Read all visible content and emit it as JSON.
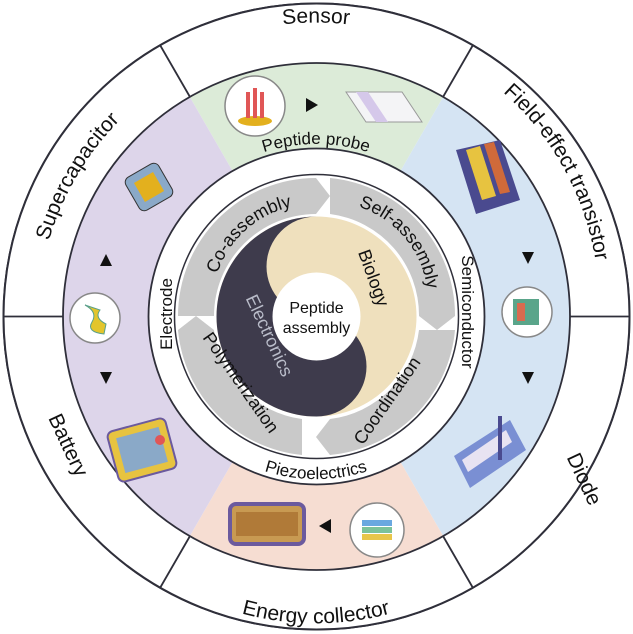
{
  "outer_ring": {
    "sensor": "Sensor",
    "field_effect_transistor": "Field-effect transistor",
    "diode": "Diode",
    "energy_collector": "Energy collector",
    "battery": "Battery",
    "supercapacitor": "Supercapacitor"
  },
  "middle_ring": {
    "peptide_probe": "Peptide probe",
    "semiconductor": "Semiconductor",
    "piezoelectrics": "Piezoelectrics",
    "electrode": "Electrode"
  },
  "inner_ring": {
    "co_assembly": "Co-assembly",
    "self_assembly": "Self-assembly",
    "coordination": "Coordination",
    "polymerization": "Polymerization"
  },
  "yin_yang": {
    "biology": "Biology",
    "electronics": "Electronics"
  },
  "center": {
    "line1": "Peptide",
    "line2": "assembly"
  },
  "colors": {
    "sensor_fill": "#dcebd8",
    "semiconductor_fill": "#d5e4f3",
    "energy_fill": "#f6ddd2",
    "electrode_fill": "#ddd5ea",
    "ring_fill": "#ffffff",
    "inner_gray": "#c9c9c9",
    "electronics_dark": "#3e3b4c",
    "biology_cream": "#efe0bd"
  }
}
